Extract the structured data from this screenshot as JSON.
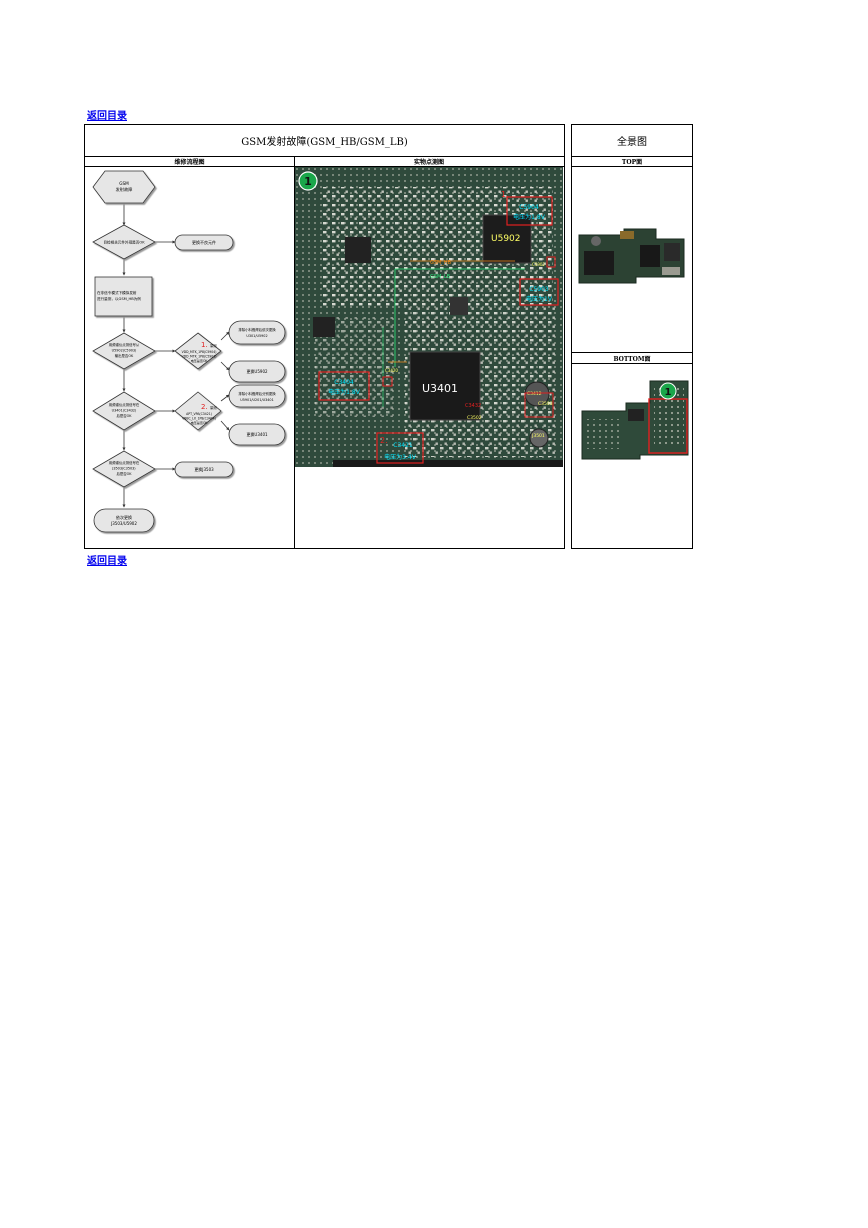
{
  "nav": {
    "back_top": "返回目录",
    "back_bottom": "返回目录"
  },
  "main": {
    "title": "GSM发射故障(GSM_HB/GSM_LB)",
    "col_flow": "维修流程图",
    "col_photo": "实物点测图"
  },
  "side": {
    "title": "全景图",
    "top_label": "TOP面",
    "bottom_label": "BOTTOM面",
    "bottom_marker": "1"
  },
  "flow": {
    "start": [
      "GSM",
      "发射故障"
    ],
    "d1": "目检相关元件外观是否OK",
    "r1": "更换不良元件",
    "p1": [
      "在非信令模式下模拟发射",
      "进行量测，以GSM_HB为例"
    ],
    "d2": [
      "用频谱仪点测信号从",
      "U5902(C5903)",
      "输出是否OK"
    ],
    "m1_num": "1.",
    "m1": [
      "量测",
      "VDD_MTK_1P8(C5904)",
      "VDD_MTK_1P8(C5903)",
      "电压是否OK"
    ],
    "r2": [
      "排除小料假焊后依次更换",
      "U301/U5902"
    ],
    "r3": "更换U5902",
    "d3": [
      "用频谱仪点测信号在",
      "U3401(C3432)",
      "后是否OK"
    ],
    "m2_num": "2.",
    "m2": [
      "量测",
      "APT_VPA(C3421)",
      "VBBC_LX_1P8(C3404)",
      "电压是否OK"
    ],
    "r4": [
      "排除小料假焊后分别更换",
      "U5901/U201/U3401"
    ],
    "r5": "更换U3401",
    "d4": [
      "用频谱仪点测信号在",
      "J3503(C3503)",
      "后是否OK"
    ],
    "r6": "更换J3503",
    "end": [
      "依次更换",
      "J3503/U5902"
    ]
  },
  "photo": {
    "marker": "1",
    "labels": {
      "u5902": "U5902",
      "u3401": "U3401",
      "c5904": "C5904",
      "c5904_v": "电压为1.8V",
      "c5903": "C5903",
      "c5903_v": "电压为1V",
      "c3404": "C3404",
      "c3404_v": "电压为1.8V",
      "c3421": "C3421",
      "c3421_v": "电压为3.4V",
      "gsm_hb": "GSM_HB",
      "gsm_lb": "GSM_LB",
      "c3432": "C3432",
      "c3412": "C3412",
      "c3503": "C3503",
      "j3501": "J3501",
      "c5902": "C5902",
      "c3420": "C3420",
      "c3502": "C3502",
      "num1": "1.",
      "num2": "2."
    }
  },
  "colors": {
    "line": "#000000",
    "link": "#0000ee",
    "marker": "#1aa64a",
    "callout": "#e02020",
    "cyan": "#00e5ff"
  }
}
